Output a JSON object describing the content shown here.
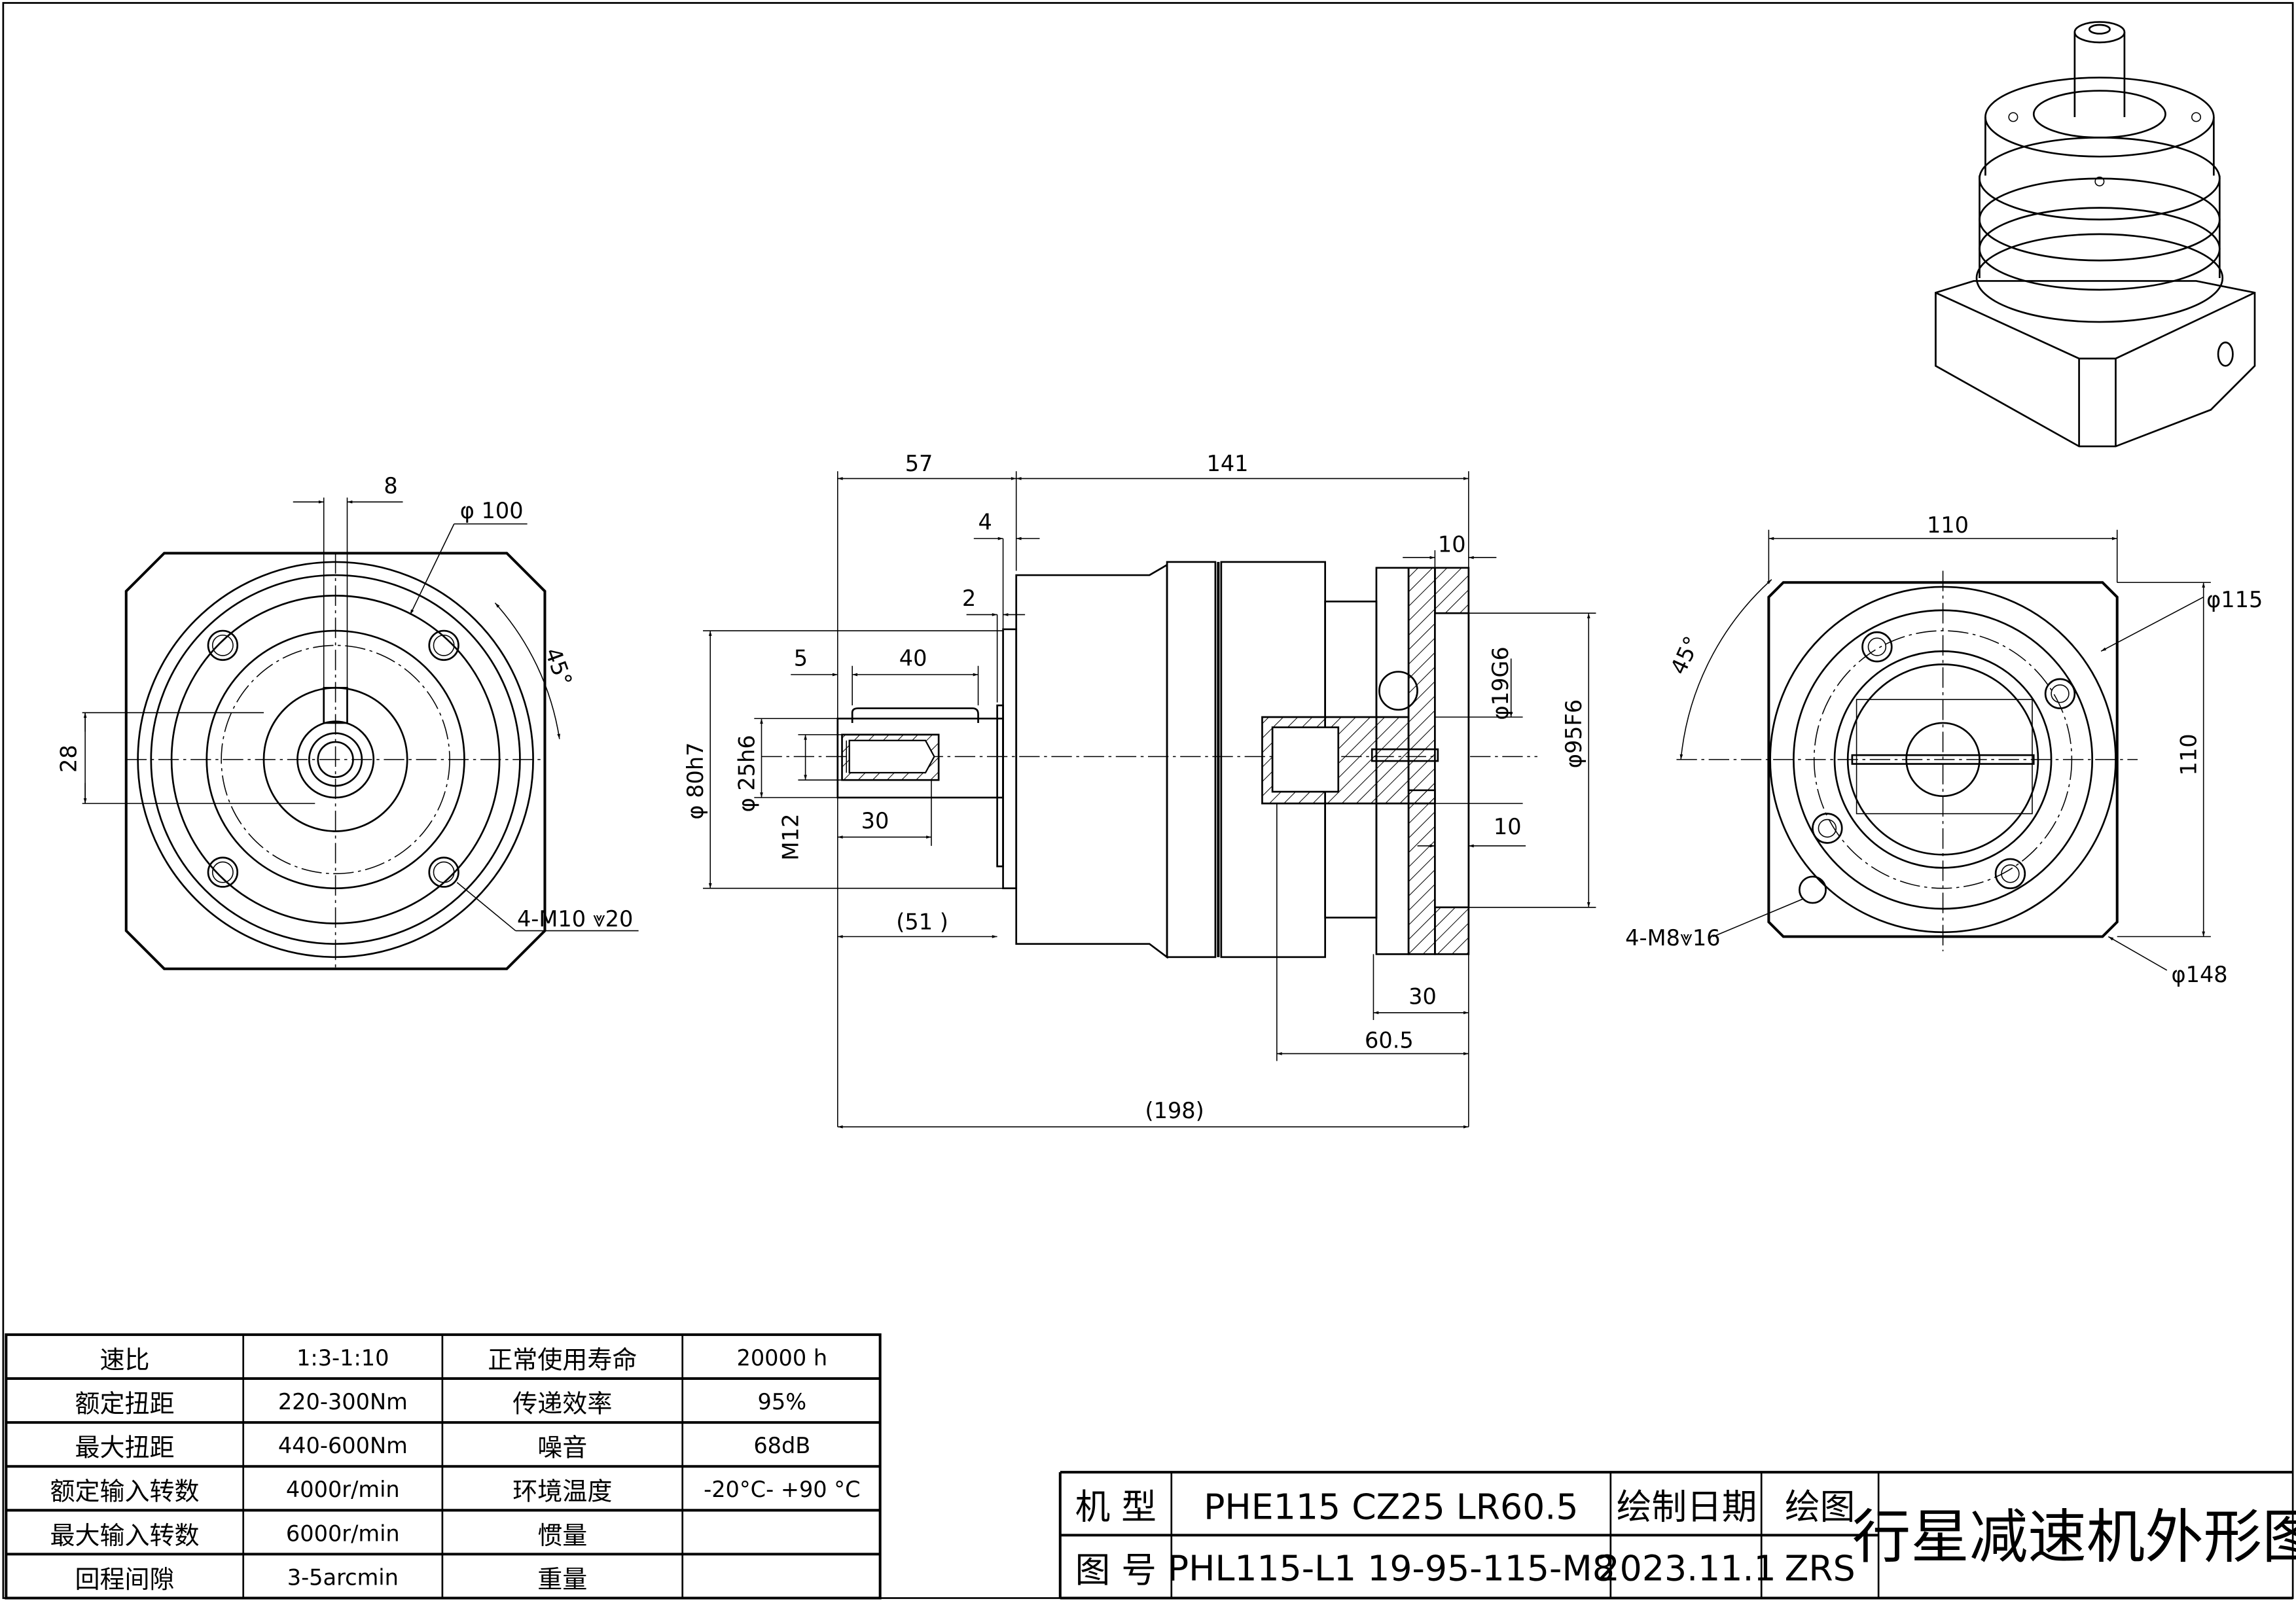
{
  "front_view": {
    "dims": {
      "key_width": "8",
      "pcd": "φ 100",
      "key_height": "28",
      "angle": "45°",
      "holes": "4-M10 ⩔20"
    }
  },
  "side_view": {
    "dims": {
      "d57": "57",
      "d141": "141",
      "d4": "4",
      "d2": "2",
      "d5": "5",
      "d40": "40",
      "d80": "φ 80h7",
      "d25": "φ 25h6",
      "m12": "M12",
      "d30a": "30",
      "d51": "(51 )",
      "d10a": "10",
      "d19": "φ19G6",
      "d95": "φ95F6",
      "d10b": "10",
      "d30b": "30",
      "d605": "60.5",
      "d198": "(198)"
    }
  },
  "rear_view": {
    "dims": {
      "w110": "110",
      "h110": "110",
      "d115": "φ115",
      "d148": "φ148",
      "angle": "45°",
      "holes": "4-M8⩔16"
    }
  },
  "spec_table": {
    "rows": [
      [
        "速比",
        "1:3-1:10",
        "正常使用寿命",
        "20000 h"
      ],
      [
        "额定扭距",
        "220-300Nm",
        "传递效率",
        "95%"
      ],
      [
        "最大扭距",
        "440-600Nm",
        "噪音",
        "68dB"
      ],
      [
        "额定输入转数",
        "4000r/min",
        "环境温度",
        "-20°C- +90 °C"
      ],
      [
        "最大输入转数",
        "6000r/min",
        "惯量",
        ""
      ],
      [
        "回程间隙",
        "3-5arcmin",
        "重量",
        ""
      ]
    ]
  },
  "title_block": {
    "model_label": "机  型",
    "model_value": "PHE115  CZ25  LR60.5",
    "drawing_no_label": "图  号",
    "drawing_no_value": "PHL115-L1  19-95-115-M8",
    "date_label": "绘制日期",
    "date_value": "2023.11.1",
    "drawer_label": "绘图",
    "drawer_value": "ZRS",
    "title": "行星减速机外形图"
  }
}
